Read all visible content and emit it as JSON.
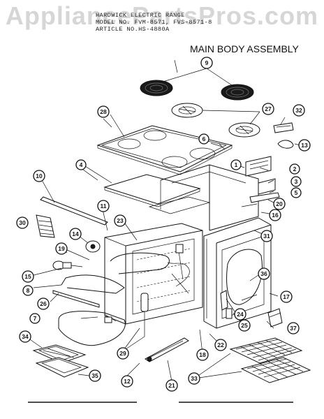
{
  "watermark": "AppliancePartsPros.com",
  "header_lines": [
    "HARDWICK ELECTRIC RANGE",
    "MODEL NO. FVM-8571, FVS-8571-8",
    "ARTICLE NO.HS-4880A"
  ],
  "title": "MAIN BODY ASSEMBLY",
  "callouts": {
    "c1": "1",
    "c2": "2",
    "c3": "3",
    "c4": "4",
    "c5": "5",
    "c6": "6",
    "c7": "7",
    "c8": "8",
    "c9": "9",
    "c10": "10",
    "c11": "11",
    "c12": "12",
    "c13": "13",
    "c14": "14",
    "c15": "15",
    "c16": "16",
    "c17": "17",
    "c18": "18",
    "c19": "19",
    "c20": "20",
    "c21": "21",
    "c22": "22",
    "c23": "23",
    "c24": "24",
    "c25": "25",
    "c26": "26",
    "c27": "27",
    "c28": "28",
    "c29": "29",
    "c30": "30",
    "c31": "31",
    "c32": "32",
    "c33": "33",
    "c34": "34",
    "c35": "35",
    "c36": "36",
    "c37": "37"
  }
}
